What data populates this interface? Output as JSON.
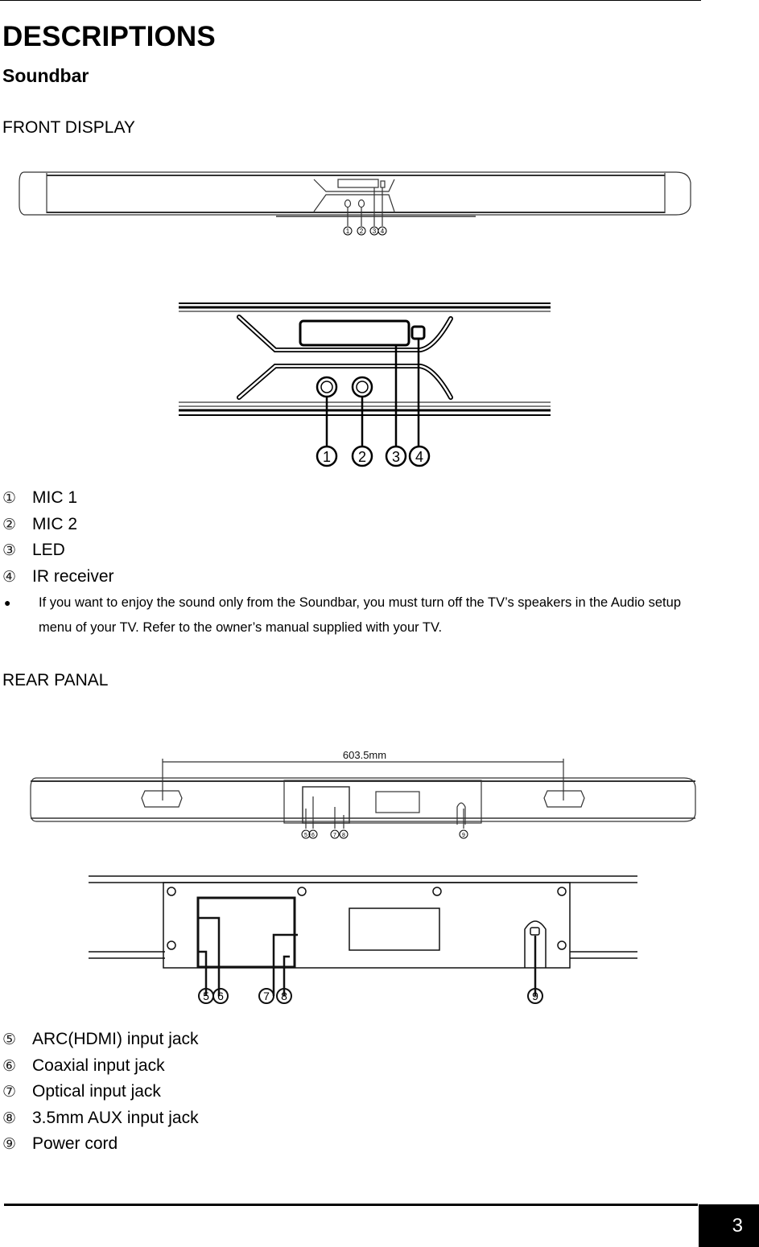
{
  "header": {
    "title": "DESCRIPTIONS",
    "subtitle": "Soundbar"
  },
  "front": {
    "section_label": "FRONT DISPLAY",
    "callouts": [
      "1",
      "2",
      "3",
      "4"
    ],
    "items": [
      {
        "num": "①",
        "label": "MIC 1"
      },
      {
        "num": "②",
        "label": "MIC 2"
      },
      {
        "num": "③",
        "label": "LED"
      },
      {
        "num": "④",
        "label": "IR receiver"
      }
    ],
    "note_bullet": "●",
    "note": "If you want to enjoy the sound only from the Soundbar, you must turn off the TV’s speakers in the Audio setup menu of your TV. Refer to the owner’s manual supplied with your TV."
  },
  "rear": {
    "section_label": "REAR PANAL",
    "dimension_label": "603.5mm",
    "callouts": [
      "5",
      "6",
      "7",
      "8",
      "9"
    ],
    "items": [
      {
        "num": "⑤",
        "label": "ARC(HDMI) input jack"
      },
      {
        "num": "⑥",
        "label": "Coaxial input jack"
      },
      {
        "num": "⑦",
        "label": "Optical input jack"
      },
      {
        "num": "⑧",
        "label": "3.5mm AUX input jack"
      },
      {
        "num": "⑨",
        "label": "Power cord"
      }
    ]
  },
  "footer": {
    "page_number": "3"
  }
}
